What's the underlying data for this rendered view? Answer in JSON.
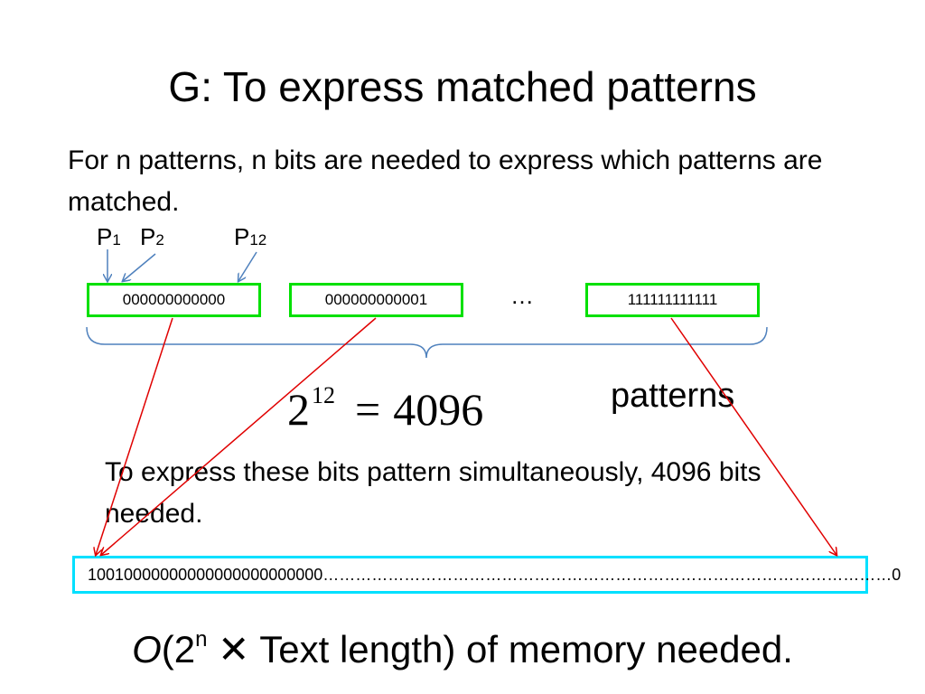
{
  "slide": {
    "title": "G: To express matched patterns",
    "intro": "For n patterns, n bits are needed to express  which patterns are matched.",
    "pattern_labels": [
      {
        "base": "P",
        "sub": "1"
      },
      {
        "base": "P",
        "sub": "2"
      },
      {
        "base": "P",
        "sub": "12"
      }
    ],
    "boxes": [
      "000000000000",
      "000000000001",
      "111111111111"
    ],
    "ellipsis": "…",
    "formula": {
      "base": "2",
      "exp": "12",
      "eq": "=",
      "value": "4096"
    },
    "patterns_word": "patterns",
    "simultaneous": "To express these bits pattern simultaneously, 4096 bits needed.",
    "bit_string": "10010000000000000000000000……………………………………………………………………………………………0",
    "bottom": {
      "o": "O",
      "open": "(2",
      "sup": "n",
      "times": "✕",
      "rest": "Text length) of memory needed."
    },
    "colors": {
      "box_border": "#00e000",
      "bitbox_border": "#00e0ff",
      "red_arrow": "#e00000",
      "blue_arrow": "#4f81bd"
    }
  }
}
